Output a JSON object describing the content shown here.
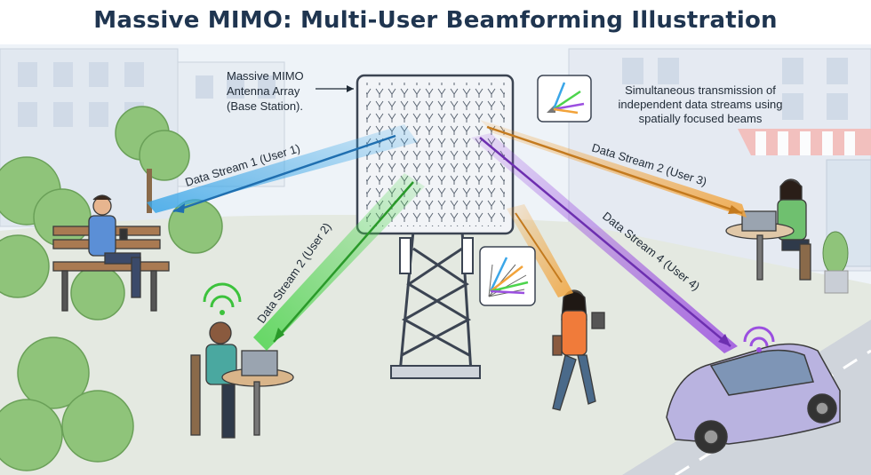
{
  "title": "Massive MIMO: Multi-User Beamforming Illustration",
  "base_station_label": [
    "Massive MIMO",
    "Antenna Array",
    "(Base Station)."
  ],
  "description": [
    "Simultaneous transmission of",
    "independent data streams using",
    "spatially focused beams"
  ],
  "streams": [
    {
      "label": "Data Stream 1 (User 1)",
      "color": "#3aa6e8"
    },
    {
      "label": "Data Stream 2 (User 2)",
      "color": "#4cd44c"
    },
    {
      "label": "Data Stream 2 (User 3)",
      "color": "#f2a33a"
    },
    {
      "label": "Data Stream 4 (User 4)",
      "color": "#9b4fe0"
    }
  ],
  "colors": {
    "sky": "#eef3f8",
    "ground": "#e6ebe2",
    "road": "#c9ced6",
    "tower": "#3b4452",
    "panel": "#f2f4f7"
  },
  "icons": [
    "antenna-element-icon",
    "beam-vector-icon",
    "wifi-icon",
    "tree-icon",
    "car-icon"
  ]
}
